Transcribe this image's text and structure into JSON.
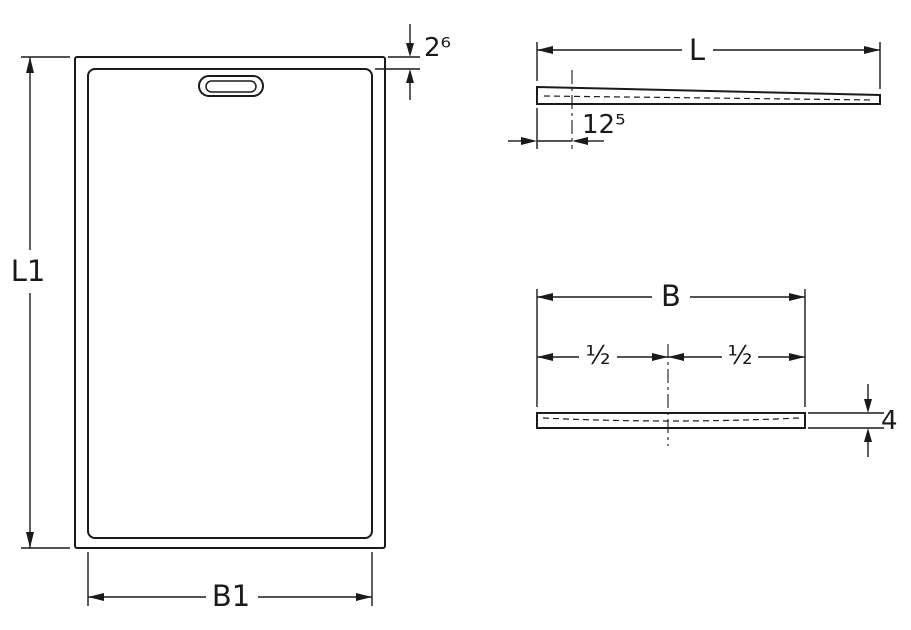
{
  "drawing": {
    "colors": {
      "line": "#1a1a1a",
      "background": "#ffffff"
    },
    "plan_view": {
      "length_label": "L1",
      "rim_width_label": "2⁶",
      "base_width_label": "B1"
    },
    "side_view": {
      "length_label": "L",
      "drain_offset_label": "12⁵"
    },
    "front_view": {
      "width_label": "B",
      "half_width_left_label": "½",
      "half_width_right_label": "½",
      "thickness_label": "4"
    }
  }
}
